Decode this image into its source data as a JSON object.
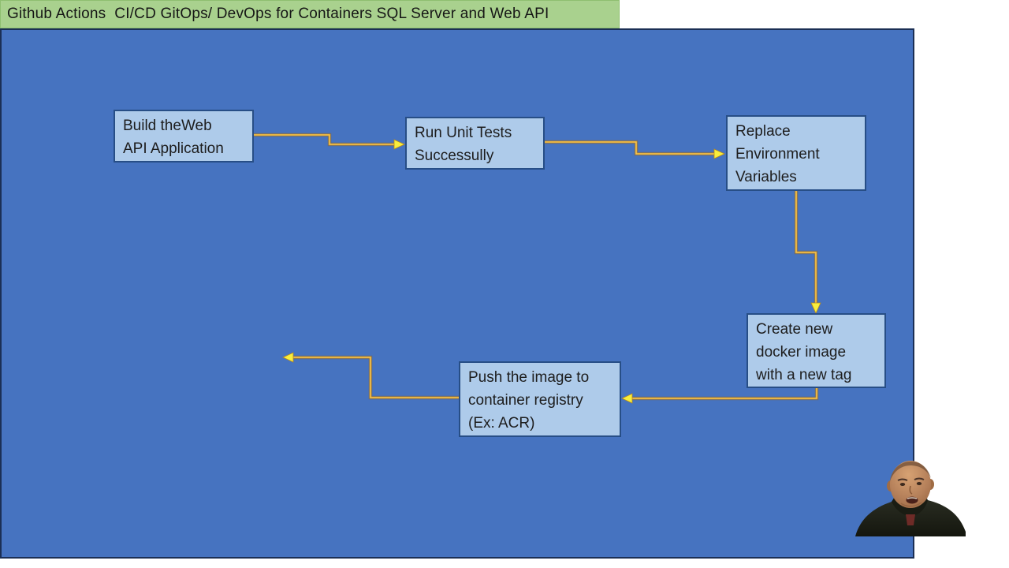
{
  "title_bar": {
    "text": "Github Actions  CI/CD GitOps/ DevOps for Containers SQL Server and Web API"
  },
  "slide": {
    "nodes": [
      {
        "id": "build-web-api",
        "label": "Build theWeb\nAPI Application"
      },
      {
        "id": "run-unit-tests",
        "label": "Run Unit Tests\nSuccessully"
      },
      {
        "id": "replace-env-variables",
        "label": "Replace\nEnvironment\nVariables"
      },
      {
        "id": "create-docker-image",
        "label": "Create new\ndocker image\nwith a new tag"
      },
      {
        "id": "push-to-registry",
        "label": "Push the image to\ncontainer registry\n(Ex: ACR)"
      }
    ],
    "connectors": [
      {
        "from": "build-web-api",
        "to": "run-unit-tests"
      },
      {
        "from": "run-unit-tests",
        "to": "replace-env-variables"
      },
      {
        "from": "replace-env-variables",
        "to": "create-docker-image"
      },
      {
        "from": "create-docker-image",
        "to": "push-to-registry"
      },
      {
        "from": "push-to-registry",
        "to": "offscreen-left"
      }
    ],
    "colors": {
      "slide_background": "#4673c0",
      "slide_border": "#1b2f55",
      "node_fill": "#aecbea",
      "node_border": "#274e86",
      "node_text": "#1d1d1d",
      "connector": "#d89a2c",
      "arrowhead": "#f8ee3c",
      "title_background": "#a9d18e",
      "title_text": "#161616",
      "canvas_background": "#ffffff",
      "presenter_skin": "#b5805a",
      "presenter_jacket": "#21241b"
    }
  }
}
